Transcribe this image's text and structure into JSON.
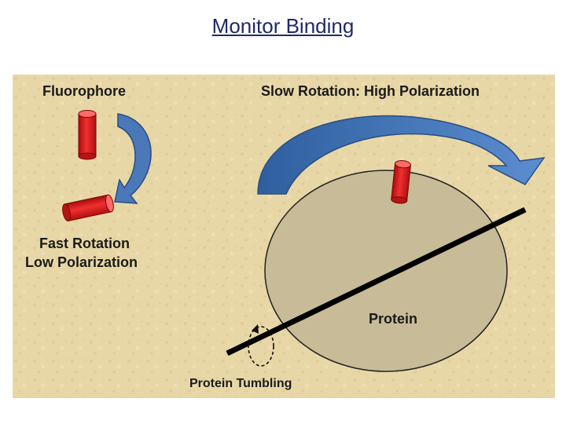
{
  "slide": {
    "title": "Monitor Binding"
  },
  "diagram": {
    "labels": {
      "fluorophore": "Fluorophore",
      "slow_rotation": "Slow Rotation: High Polarization",
      "fast_rotation_line1": "Fast Rotation",
      "fast_rotation_line2": "Low Polarization",
      "protein": "Protein",
      "protein_tumbling": "Protein Tumbling"
    },
    "colors": {
      "background": "#e8d7a6",
      "arrow_blue": "#4a78b8",
      "fluorophore_red": "#e02020",
      "protein_fill": "#c8bc98",
      "axis_black": "#000000"
    }
  }
}
